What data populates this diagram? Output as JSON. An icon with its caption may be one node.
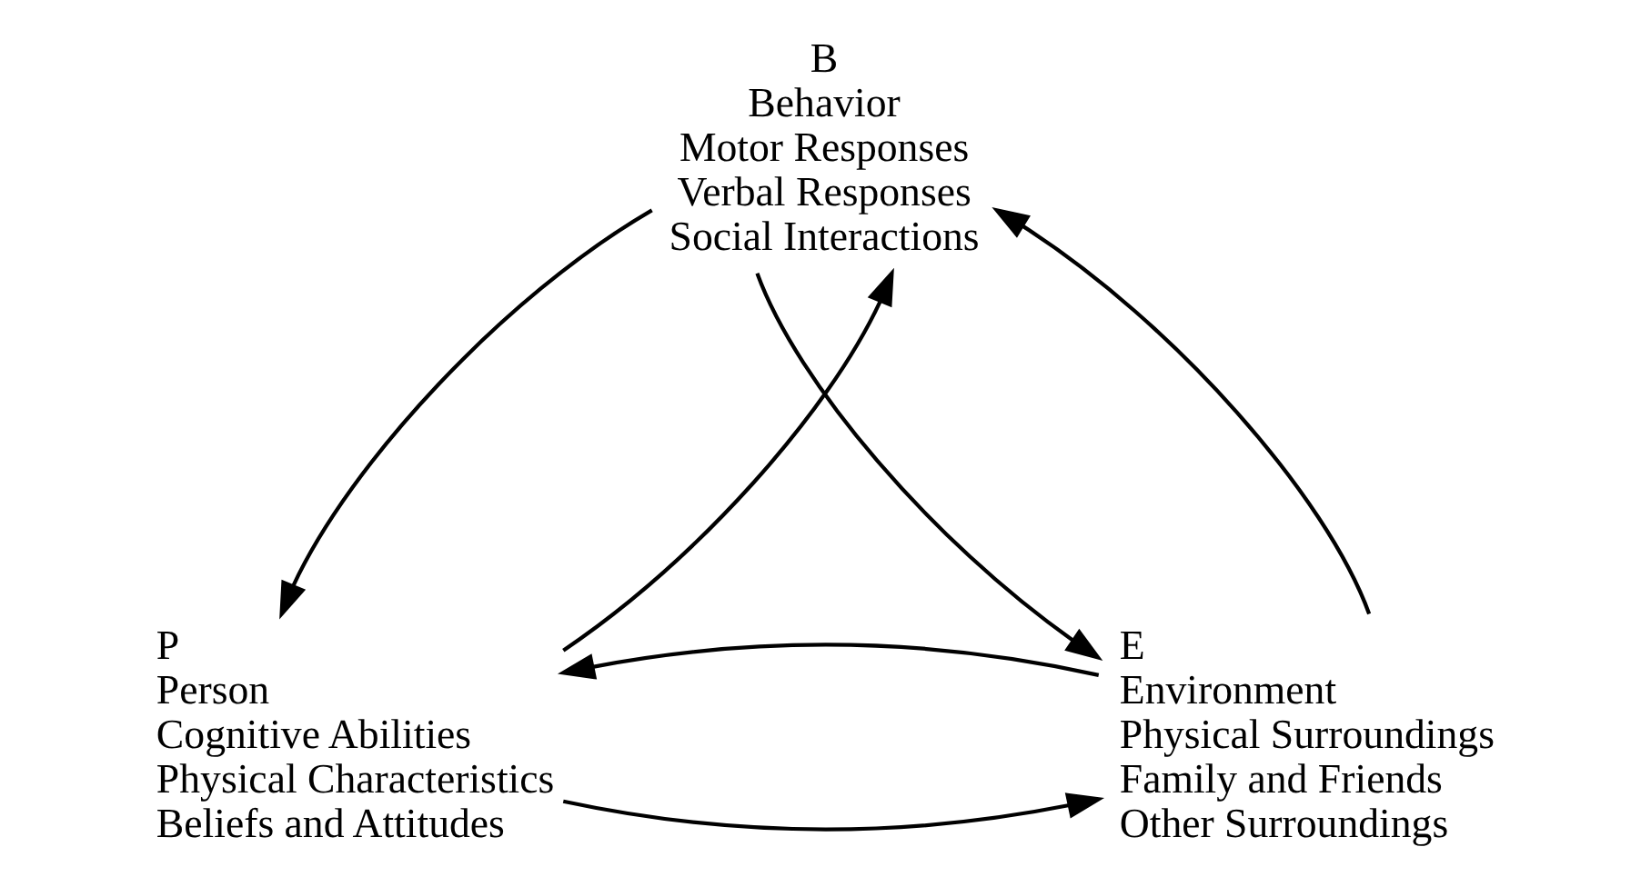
{
  "diagram": {
    "nodes": [
      {
        "text": [
          "B",
          "Behavior",
          "Motor Responses",
          "Verbal Responses",
          "Social Interactions"
        ]
      },
      {
        "text": [
          "P",
          "Person",
          "Cognitive Abilities",
          "Physical Characteristics",
          "Beliefs and Attitudes"
        ]
      },
      {
        "text": [
          "E",
          "Environment",
          "Physical Surroundings",
          "Family and Friends",
          "Other Surroundings"
        ]
      }
    ],
    "edges": [
      {
        "from": 0,
        "to": 1,
        "arrow": "to"
      },
      {
        "from": 1,
        "to": 0,
        "arrow": "to"
      },
      {
        "from": 0,
        "to": 2,
        "arrow": "to"
      },
      {
        "from": 2,
        "to": 0,
        "arrow": "to"
      },
      {
        "from": 1,
        "to": 2,
        "arrow": "to"
      },
      {
        "from": 2,
        "to": 1,
        "arrow": "to"
      }
    ]
  }
}
